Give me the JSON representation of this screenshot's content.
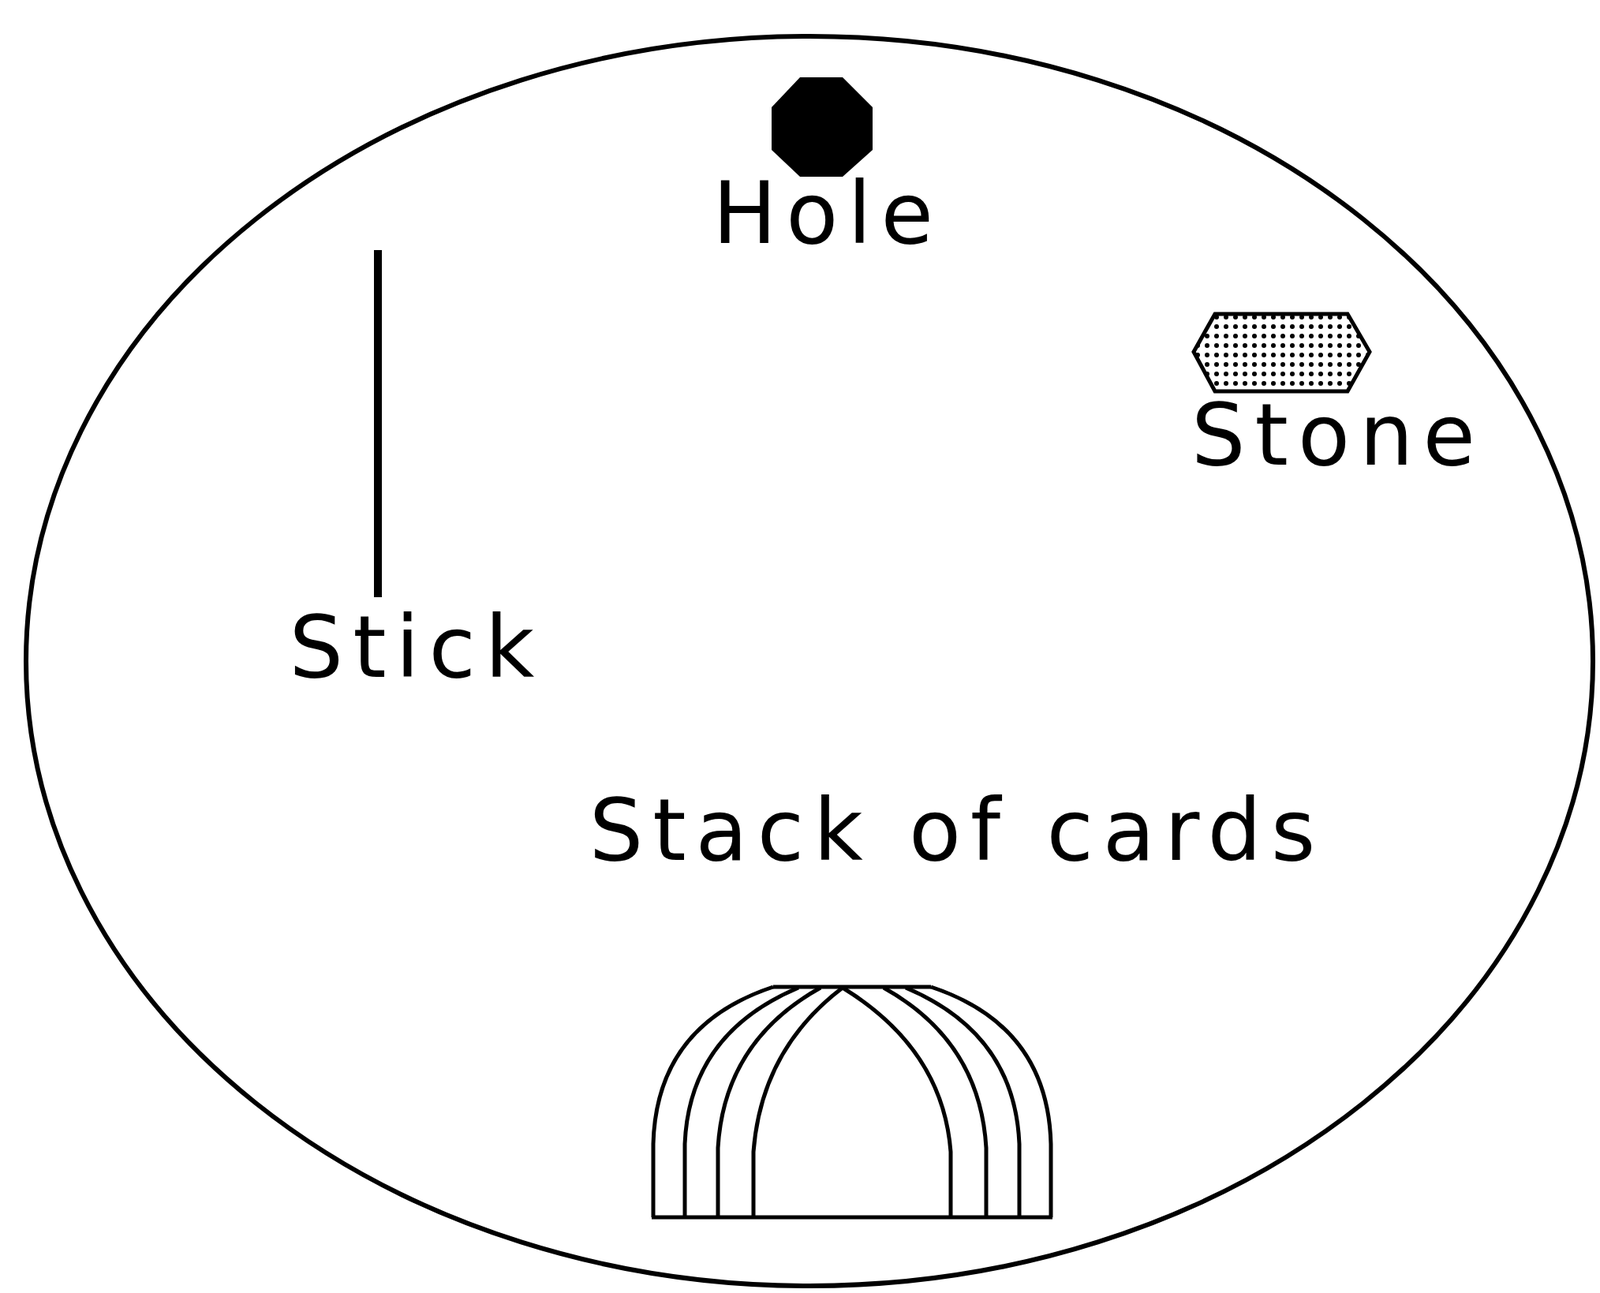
{
  "diagram": {
    "labels": [
      "Hole",
      "Stone",
      "Stick",
      "Stack of cards"
    ]
  }
}
